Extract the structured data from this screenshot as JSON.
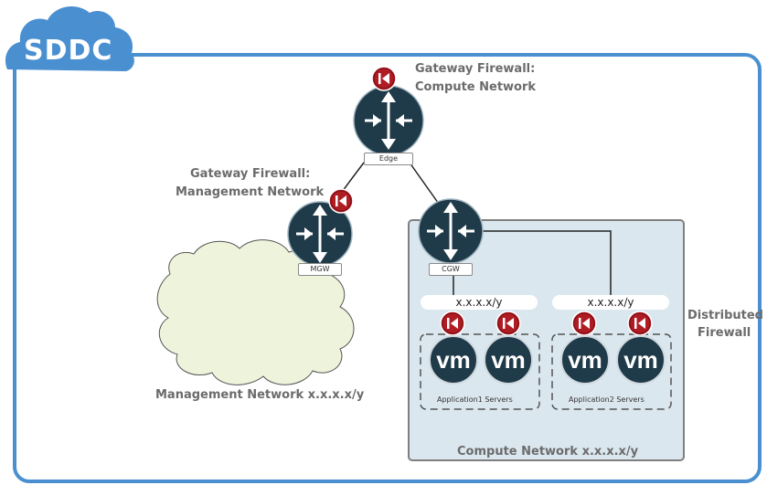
{
  "title": "SDDC",
  "edge": {
    "firewall_label_line1": "Gateway Firewall:",
    "firewall_label_line2": "Compute Network",
    "tag": "Edge"
  },
  "mgw": {
    "firewall_label_line1": "Gateway Firewall:",
    "firewall_label_line2": "Management Network",
    "tag": "MGW",
    "network_label": "Management Network x.x.x.x/y"
  },
  "cgw": {
    "tag": "CGW",
    "network_label": "Compute Network x.x.x.x/y"
  },
  "segments": [
    {
      "subnet": "x.x.x.x/y",
      "group_label": "Application1 Servers",
      "vm_1": "vm",
      "vm_2": "vm"
    },
    {
      "subnet": "x.x.x.x/y",
      "group_label": "Application2 Servers",
      "vm_1": "vm",
      "vm_2": "vm"
    }
  ],
  "distributed_firewall": {
    "line1": "Distributed",
    "line2": "Firewall"
  },
  "icons": {
    "router": "router-icon",
    "firewall": "firewall-icon",
    "vm": "vm-icon",
    "cloud": "cloud-icon"
  },
  "colors": {
    "sddc_blue": "#4a90d0",
    "router_fill": "#1f3a48",
    "firewall_red": "#b01c24",
    "compute_fill": "#dbe7ef",
    "mgmt_cloud": "#eef3dc"
  }
}
